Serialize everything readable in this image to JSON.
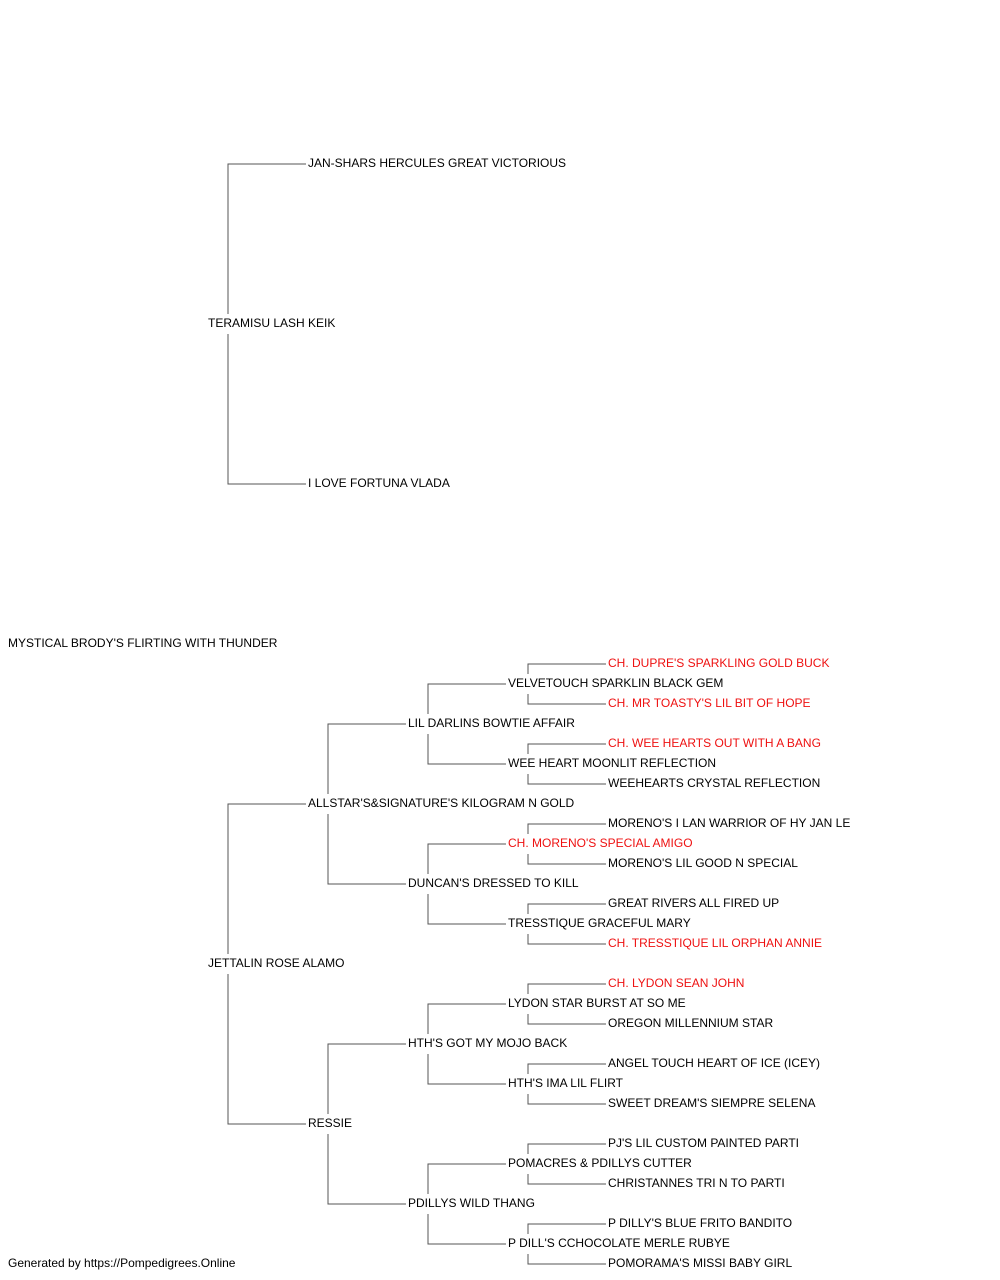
{
  "colors": {
    "text": "#000000",
    "champion": "#ee1111",
    "line": "#555555"
  },
  "subject": "MYSTICAL BRODY'S FLIRTING WITH THUNDER",
  "pedigree": {
    "sire": {
      "name": "TERAMISU LASH KEIK",
      "sire": {
        "name": "JAN-SHARS HERCULES GREAT VICTORIOUS"
      },
      "dam": {
        "name": "I LOVE FORTUNA VLADA"
      }
    },
    "dam": {
      "name": "JETTALIN ROSE ALAMO",
      "sire": {
        "name": "ALLSTAR'S&SIGNATURE'S KILOGRAM N GOLD",
        "sire": {
          "name": "LIL DARLINS BOWTIE AFFAIR",
          "sire": {
            "name": "VELVETOUCH SPARKLIN BLACK GEM",
            "sire": {
              "name": "CH. DUPRE'S SPARKLING GOLD BUCK",
              "champion": true
            },
            "dam": {
              "name": "CH. MR TOASTY'S LIL BIT OF HOPE",
              "champion": true
            }
          },
          "dam": {
            "name": "WEE HEART MOONLIT REFLECTION",
            "sire": {
              "name": "CH. WEE HEARTS OUT WITH A BANG",
              "champion": true
            },
            "dam": {
              "name": "WEEHEARTS CRYSTAL REFLECTION"
            }
          }
        },
        "dam": {
          "name": "DUNCAN'S DRESSED TO KILL",
          "sire": {
            "name": "CH. MORENO'S SPECIAL AMIGO",
            "champion": true,
            "sire": {
              "name": "MORENO'S I LAN WARRIOR OF HY JAN LE"
            },
            "dam": {
              "name": "MORENO'S LIL GOOD N SPECIAL"
            }
          },
          "dam": {
            "name": "TRESSTIQUE GRACEFUL MARY",
            "sire": {
              "name": "GREAT RIVERS ALL FIRED UP"
            },
            "dam": {
              "name": "CH. TRESSTIQUE LIL ORPHAN ANNIE",
              "champion": true
            }
          }
        }
      },
      "dam": {
        "name": "RESSIE",
        "sire": {
          "name": "HTH'S GOT MY MOJO BACK",
          "sire": {
            "name": "LYDON STAR BURST AT SO ME",
            "sire": {
              "name": "CH. LYDON SEAN JOHN",
              "champion": true
            },
            "dam": {
              "name": "OREGON MILLENNIUM STAR"
            }
          },
          "dam": {
            "name": "HTH'S IMA LIL FLIRT",
            "sire": {
              "name": "ANGEL TOUCH HEART OF ICE (ICEY)"
            },
            "dam": {
              "name": "SWEET DREAM'S SIEMPRE SELENA"
            }
          }
        },
        "dam": {
          "name": "PDILLYS WILD THANG",
          "sire": {
            "name": "POMACRES & PDILLYS CUTTER",
            "sire": {
              "name": "PJ'S LIL CUSTOM PAINTED PARTI"
            },
            "dam": {
              "name": "CHRISTANNES TRI N TO PARTI"
            }
          },
          "dam": {
            "name": "P DILL'S CCHOCOLATE MERLE RUBYE",
            "sire": {
              "name": "P DILLY'S BLUE FRITO BANDITO"
            },
            "dam": {
              "name": "POMORAMA'S MISSI BABY GIRL"
            }
          }
        }
      }
    }
  },
  "footer": "Generated by https://Pompedigrees.Online"
}
